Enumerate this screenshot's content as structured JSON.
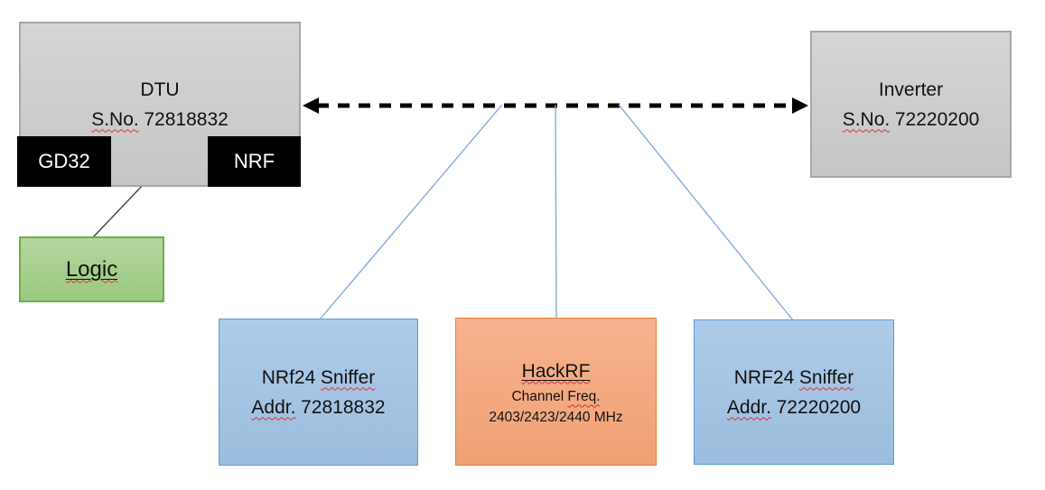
{
  "colors": {
    "gray_fill_top": "#d5d5d5",
    "gray_fill_bottom": "#c6c6c6",
    "gray_border": "#a6a6a6",
    "black_fill": "#000000",
    "green_fill_top": "#b3d69e",
    "green_fill_bottom": "#9bc981",
    "green_border": "#6fad47",
    "blue_fill_top": "#aecbe9",
    "blue_fill_bottom": "#9cbddd",
    "blue_border": "#5b9bd5",
    "orange_fill_top": "#f7b28e",
    "orange_fill_bottom": "#f0a174",
    "orange_border": "#ed7d31",
    "connector_blue": "#7ca6d8",
    "arrow_black": "#000000",
    "line_dark": "#3f3f3f",
    "spellcheck_red": "#d13438",
    "text_black": "#111111",
    "text_white": "#ffffff"
  },
  "nodes": {
    "dtu": {
      "title": "DTU",
      "serial_label": "S.No.",
      "serial_number": "72818832"
    },
    "gd32": {
      "label": "GD32"
    },
    "nrf": {
      "label": "NRF"
    },
    "logic": {
      "label": "Logic"
    },
    "inverter": {
      "title": "Inverter",
      "serial_label": "S.No.",
      "serial_number": "72220200"
    },
    "sniffer_left": {
      "title_prefix": "NRf24",
      "title_word": "Sniffer",
      "addr_label": "Addr.",
      "addr_number": "72818832"
    },
    "hackrf": {
      "title": "HackRF",
      "line2_prefix": "Channel",
      "line2_word": "Freq.",
      "line3": "2403/2423/2440 MHz"
    },
    "sniffer_right": {
      "title_prefix": "NRF24",
      "title_word": "Sniffer",
      "addr_label": "Addr.",
      "addr_number": "72220200"
    }
  }
}
